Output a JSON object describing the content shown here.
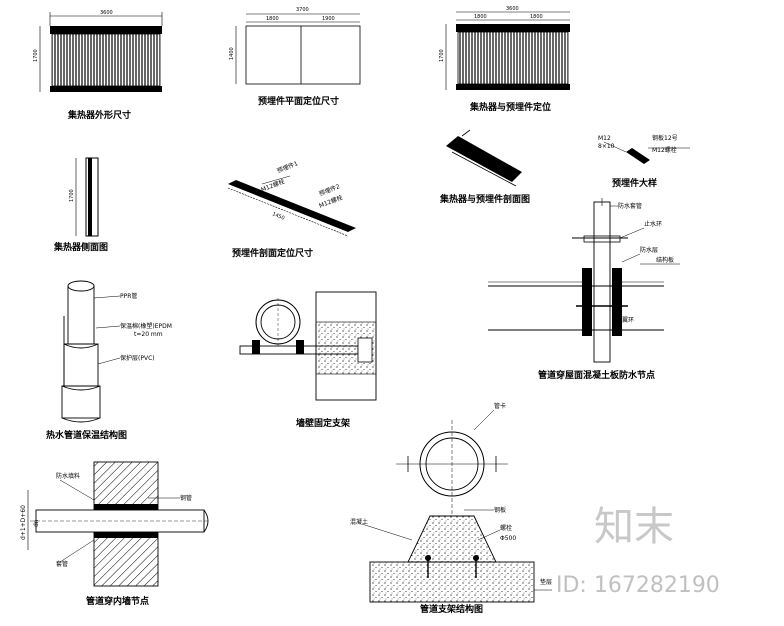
{
  "captions": {
    "collector_dims": "集热器外形尺寸",
    "embed_plan": "预埋件平面定位尺寸",
    "collector_embed": "集热器与预埋件定位",
    "collector_section": "集热器侧面图",
    "embed_section": "预埋件剖面定位尺寸",
    "collector_embed_section": "集热器与预埋件剖面图",
    "embed_detail": "预埋件大样",
    "roof_pipe": "管道穿屋面混凝土板防水节点",
    "pipe_insulation": "热水管道保温结构图",
    "wall_bracket": "墙壁固定支架",
    "wall_pass": "管道穿内墙节点",
    "pipe_support": "管道支架结构图"
  },
  "dims": {
    "width_total": "3600",
    "height": "1700",
    "plan_total": "3700",
    "plan_left": "1800",
    "plan_right": "1900",
    "plan_height": "1400",
    "ce_total": "3600",
    "ce_left": "1800",
    "ce_right": "1800",
    "ce_height": "1700",
    "side_height": "1700",
    "es_a": "预埋件1",
    "es_b": "M12螺栓",
    "es_c": "预埋件2",
    "es_d": "M12螺栓",
    "es_len": "1450",
    "ed_a": "M12",
    "ed_b": "8×10",
    "ed_c": "钢板12号",
    "ed_d": "M12螺栓"
  },
  "labels": {
    "ppr": "PPR管",
    "insul": "保温棉(橡塑)EPDM",
    "insul_t": "t=20 mm",
    "outer": "保护层(PVC)",
    "dn_label": "d+1+D+60",
    "wall_a": "防水填料",
    "wall_b": "套管",
    "wall_c": "钢管",
    "roof_a": "防水套管",
    "roof_b": "止水环",
    "roof_c": "防水层",
    "roof_d": "结构板",
    "roof_e": "翼环",
    "sup_a": "管卡",
    "sup_b": "钢板",
    "sup_c": "螺栓",
    "sup_d": "混凝土",
    "sup_e": "垫层",
    "sup_f": "Φ500",
    "dn": "dn"
  },
  "watermark": {
    "brand": "知末",
    "id": "ID: 167282190"
  }
}
